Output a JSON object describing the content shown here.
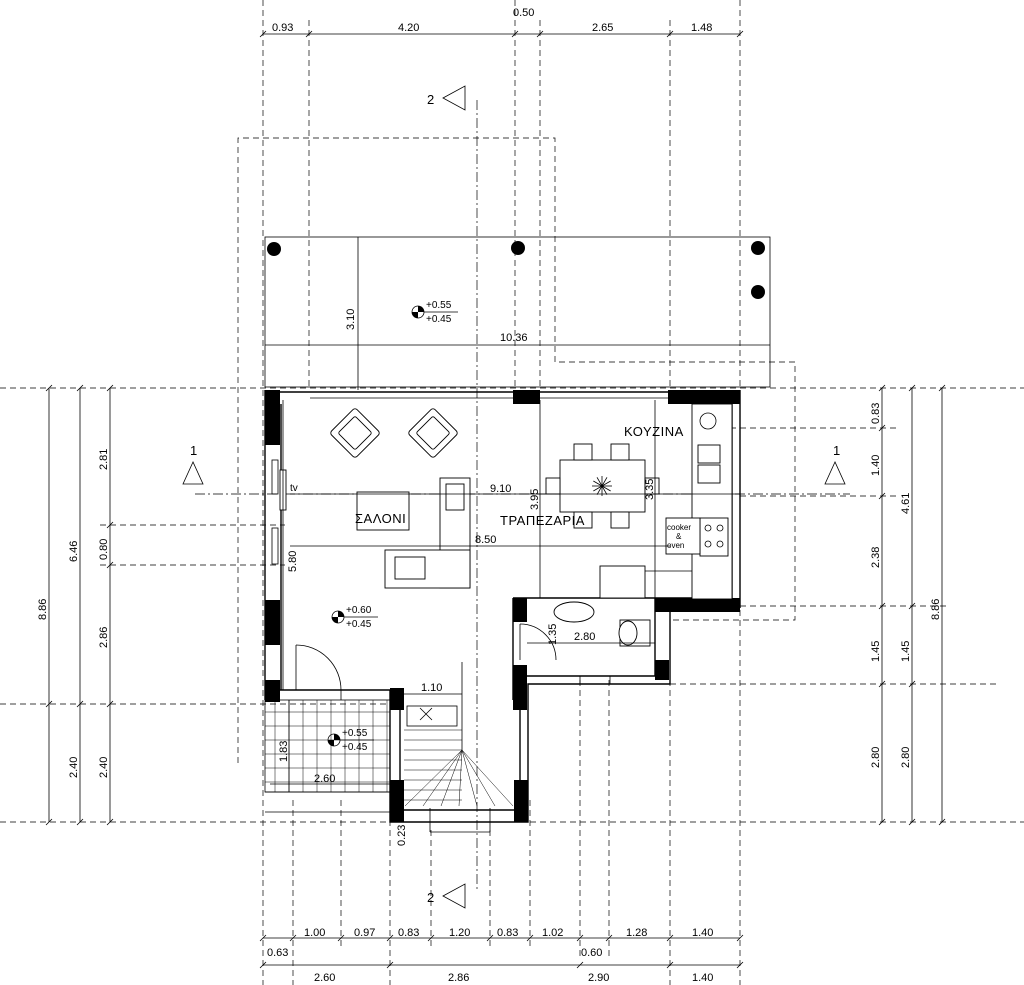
{
  "rooms": {
    "living": "ΣΑΛΟΝΙ",
    "dining": "ΤΡΑΠΕΖΑΡΙΑ",
    "kitchen": "ΚΟΥΖΙΝΑ"
  },
  "appliance": {
    "line1": "cooker",
    "line2": "&",
    "line3": "oven"
  },
  "tv_label": "tv",
  "section_marks": {
    "one": "1",
    "two": "2"
  },
  "levels": {
    "terrace": {
      "top": "+0.55",
      "bottom": "+0.45"
    },
    "living": {
      "top": "+0.60",
      "bottom": "+0.45"
    },
    "entrance": {
      "top": "+0.55",
      "bottom": "+0.45"
    }
  },
  "dims_top": [
    "0.93",
    "4.20",
    "0.50",
    "2.65",
    "1.48"
  ],
  "dims_inner": {
    "terrace_depth": "3.10",
    "terrace_width": "10.36",
    "living_length": "9.10",
    "dining_height": "3.95",
    "kitchen_height": "3.35",
    "living_height": "5.80",
    "living_width": "8.50",
    "wc_width": "2.80",
    "wc_height": "1.35",
    "stair_width": "1.10",
    "entrance_width": "2.60",
    "entrance_depth": "1.83",
    "stair_offset": "0.23"
  },
  "dims_left": {
    "outer": "8.86",
    "mid": "6.46",
    "bottom_mid": "2.40",
    "inner": [
      "2.81",
      "0.80",
      "2.86",
      "2.40"
    ]
  },
  "dims_right": {
    "inner": [
      "0.83",
      "1.40",
      "2.38",
      "1.45",
      "2.80"
    ],
    "mid": [
      "4.61",
      "1.45",
      "2.80"
    ],
    "outer": "8.86"
  },
  "dims_bottom_row1": [
    "1.00",
    "0.97",
    "0.83",
    "1.20",
    "0.83",
    "1.02",
    "1.28",
    "1.40"
  ],
  "dims_bottom_small": [
    "0.63",
    "0.60"
  ],
  "dims_bottom_row2": [
    "2.60",
    "2.86",
    "2.90",
    "1.40"
  ]
}
